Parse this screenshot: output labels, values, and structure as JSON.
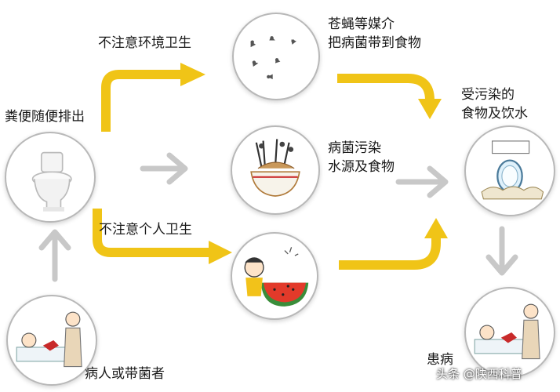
{
  "nodes": {
    "toilet_label": "粪便随便排出",
    "flies_label_line1": "苍蝇等媒介",
    "flies_label_line2": "把病菌带到食物",
    "water_label_line1": "病菌污染",
    "water_label_line2": "水源及食物",
    "food_label_line1": "受污染的",
    "food_label_line2": "食物及饮水",
    "carrier_label": "病人或带菌者",
    "sick_label": "患病"
  },
  "edges": {
    "env_hygiene": "不注意环境卫生",
    "personal_hygiene": "不注意个人卫生"
  },
  "watermark": "头条 @陕西科普",
  "colors": {
    "yellow_arrow": "#f0c417",
    "gray_arrow": "#c8c8c8",
    "circle_border": "#b8b8b8"
  }
}
